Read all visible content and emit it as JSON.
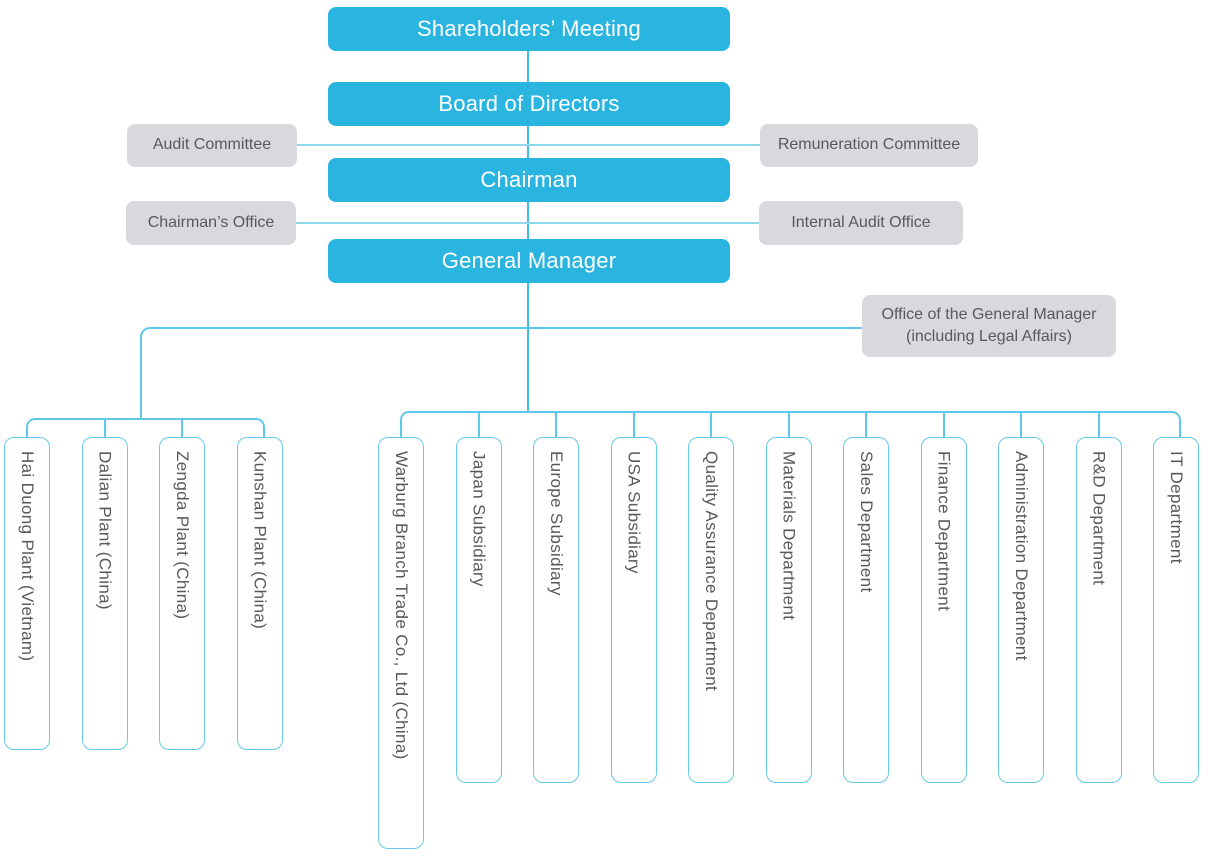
{
  "colors": {
    "primary": "#29B5E0",
    "connector": "#5FC8EA",
    "connector_light": "#8FD7EF",
    "connector_strong": "#40BEE4",
    "vbox_border": "#66CBEC",
    "gray_fill": "#D9D9DD",
    "text_dark": "#58595B",
    "text_white": "#FFFFFF"
  },
  "main_chain": [
    "Shareholders’ Meeting",
    "Board of Directors",
    "Chairman",
    "General Manager"
  ],
  "committees": {
    "left": "Audit Committee",
    "right": "Remuneration Committee"
  },
  "offices": {
    "left": "Chairman’s Office",
    "right": "Internal Audit Office"
  },
  "gm_office": {
    "lines": [
      "Office of the General Manager",
      "(including Legal Affairs)"
    ]
  },
  "plants": [
    "Hai Duong Plant (Vietnam)",
    "Dalian Plant (China)",
    "Zengda Plant (China)",
    "Kunshan Plant (China)"
  ],
  "departments": [
    "Warburg Branch Trade Co., Ltd (China)",
    "Japan Subsidiary",
    "Europe Subsidiary",
    "USA Subsidiary",
    "Quality Assurance Department",
    "Materials Department",
    "Sales Department",
    "Finance Department",
    "Administration Department",
    "R&D Department",
    "IT Department"
  ]
}
